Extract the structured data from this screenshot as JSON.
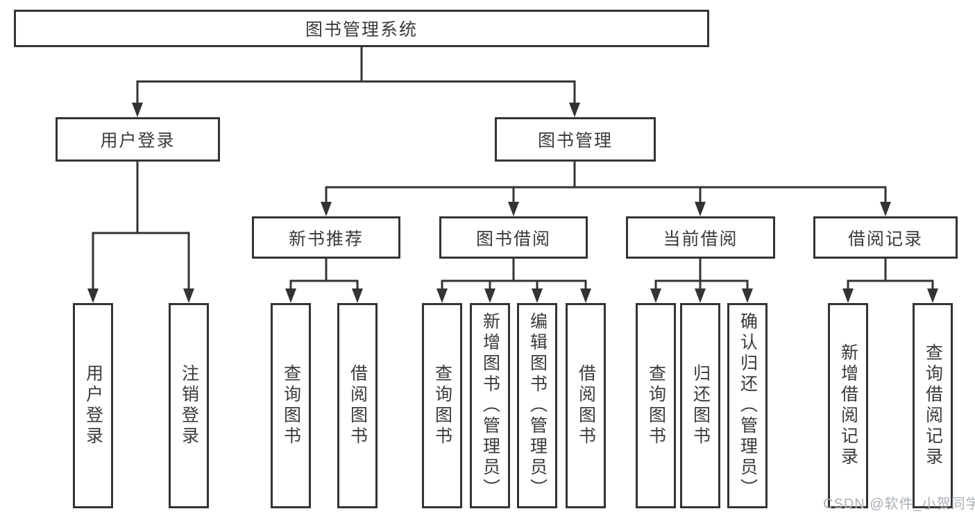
{
  "tree": {
    "label": "图书管理系统",
    "children": [
      {
        "label": "用户登录",
        "children": [
          {
            "label": "用户登录"
          },
          {
            "label": "注销登录"
          }
        ]
      },
      {
        "label": "图书管理",
        "children": [
          {
            "label": "新书推荐",
            "children": [
              {
                "label": "查询图书"
              },
              {
                "label": "借阅图书"
              }
            ]
          },
          {
            "label": "图书借阅",
            "children": [
              {
                "label": "查询图书"
              },
              {
                "label": "新增图书（管理员）"
              },
              {
                "label": "编辑图书（管理员）"
              },
              {
                "label": "借阅图书"
              }
            ]
          },
          {
            "label": "当前借阅",
            "children": [
              {
                "label": "查询图书"
              },
              {
                "label": "归还图书"
              },
              {
                "label": "确认归还（管理员）"
              }
            ]
          },
          {
            "label": "借阅记录",
            "children": [
              {
                "label": "新增借阅记录"
              },
              {
                "label": "查询借阅记录"
              }
            ]
          }
        ]
      }
    ]
  },
  "watermark": "CSDN @软件_小贺同学",
  "colors": {
    "line": "#333333",
    "text": "#3a3a3a",
    "bg": "#ffffff",
    "watermark": "#aab0b6"
  }
}
